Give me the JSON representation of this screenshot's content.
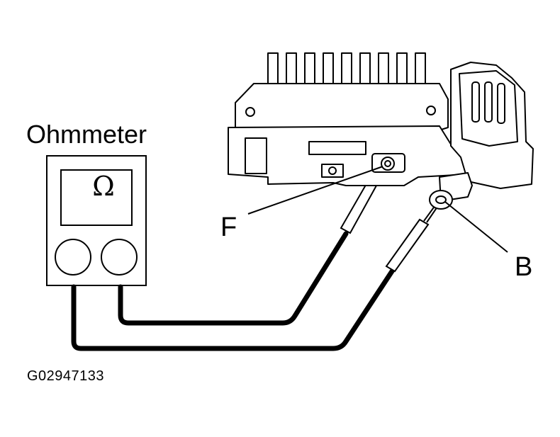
{
  "labels": {
    "title": "Ohmmeter",
    "omega_symbol": "Ω",
    "terminal_f": "F",
    "terminal_b": "B",
    "figure_code": "G02947133"
  },
  "colors": {
    "ink": "#000000",
    "background": "#ffffff"
  }
}
